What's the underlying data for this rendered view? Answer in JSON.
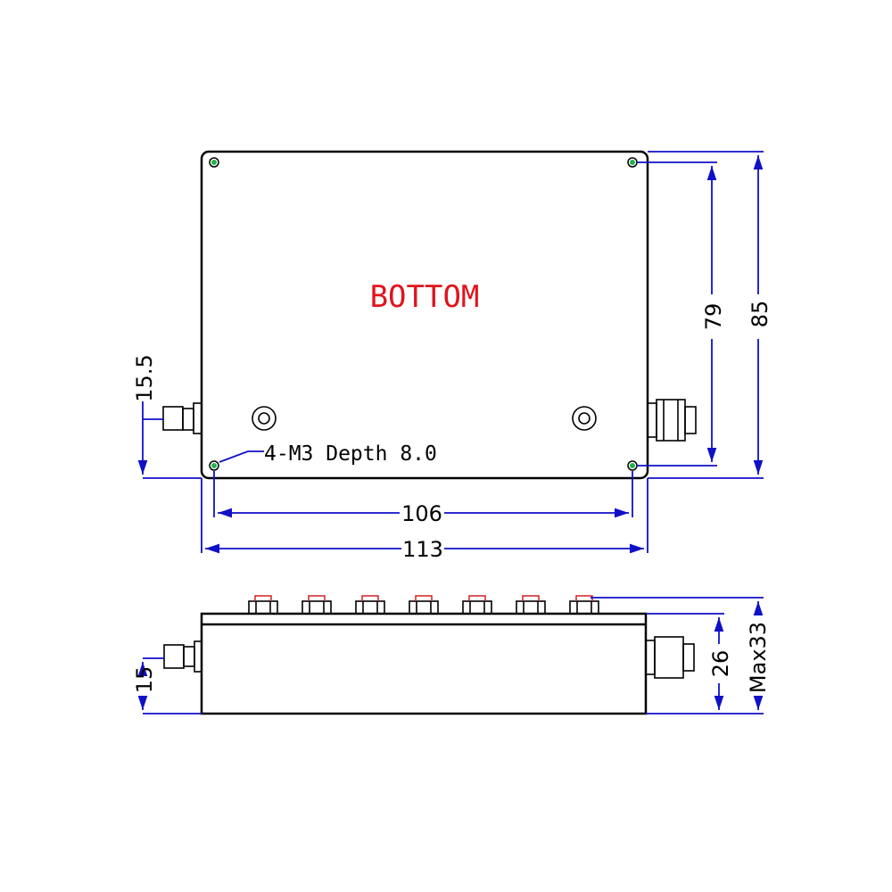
{
  "drawing": {
    "view_label": "BOTTOM",
    "hole_note": "4-M3 Depth 8.0",
    "dimensions": {
      "hole_spacing_vertical": "79",
      "overall_depth": "85",
      "connector_offset_top_view": "15.5",
      "hole_spacing_horizontal": "106",
      "overall_width": "113",
      "connector_height_side_view": "15",
      "body_height": "26",
      "max_height": "Max33"
    },
    "colors": {
      "dimension": "#1010c8",
      "label": "#e0141c",
      "hole": "#22b14c"
    }
  }
}
